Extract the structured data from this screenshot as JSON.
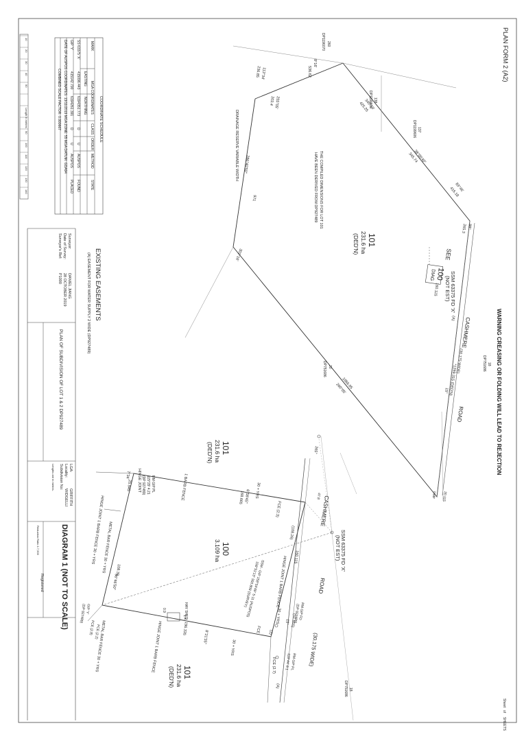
{
  "header": {
    "form_title": "PLAN FORM 2 (A2)",
    "warning": "WARNING CREASING OR FOLDING WILL LEAD TO REJECTION",
    "sheet_label": "Sheet",
    "sheet_of": "of",
    "sheet_total": "SHEETS"
  },
  "coord_schedule": {
    "title": "COORDINATE SCHEDULE",
    "headers": [
      "MARK",
      "MGA COORDINATES",
      "CLASS",
      "ORDER",
      "METHOD",
      "STATE"
    ],
    "subheaders": [
      "EASTING",
      "NORTHING"
    ],
    "rows": [
      [
        "SS 63375 'X'",
        "415096.443",
        "6194351.773",
        "D",
        "U",
        "AUSPOS",
        "FOUND"
      ],
      [
        "GIP 'Y'",
        "415142.790",
        "6194261.391",
        "D",
        "U",
        "AUSPOS",
        "PLACED"
      ]
    ],
    "date_line": "DATE OF AUSPOS COORDINATES: 13/11/2019   MGA ZONE: 55   MGA DATUM: GDA94",
    "csf_line": "COMBINED SCALE FACTOR: 0.999667"
  },
  "scale_bar": {
    "ticks": [
      "10",
      "20",
      "30",
      "40",
      "50",
      "",
      "Length in metres",
      "",
      "90",
      "100",
      "110",
      "120",
      "130",
      "140"
    ]
  },
  "title_block": {
    "surveyor_labels": [
      "Surveyor:",
      "Date of Survey:",
      "Surveyor's Ref:"
    ],
    "surveyor_values": [
      "DANIEL JIANG",
      "28 OCTOBER 2019",
      "P1000"
    ],
    "plan_title": "PLAN OF SUBDIVISION OF LOT 1 & 2 DP927489",
    "lga_label": "LGA:",
    "lga_value": "GRIFFITH",
    "locality_label": "Locality:",
    "locality_value": "WIDGELLI",
    "subdivision_label": "Subdivision No:",
    "lengths_note": "Lengths are in metres.",
    "reduction_ratio": "Reduction Ratio 1:7,500",
    "registered": "Registered"
  },
  "easements": {
    "title": "EXISTING EASEMENTS",
    "item": "(A)  EASEMENT FOR WATER SUPPLY 2 WIDE (DP927489)"
  },
  "main_plan": {
    "lot_101_no": "101",
    "lot_101_area": "231.6 ha",
    "lot_101_dedn": "(DED'N)",
    "lot_100_no": "100",
    "lot_100_diag": "DIAG",
    "see": "SEE",
    "compiled_note_1": "THE COMPILED DIMENSIONS FOR LOT 101",
    "compiled_note_2": "HAVE BEEN DERIVED FROM DP927489",
    "drainage": "DRAINAGE RESERVE VARIABLE WIDTH",
    "dp_260": "260",
    "dp_260_ref": "DP1196070",
    "dp_138": "138",
    "dp_138_ref": "DP1199606",
    "dp_137": "137",
    "dp_137_ref": "DP1199606",
    "dp_18": "18",
    "dp_18_ref": "DP751686",
    "dp_20": "20",
    "dp_20_ref": "DP751686",
    "b1": "8°16'",
    "d1": "536.62",
    "b2": "340°10'",
    "d2": "425.25",
    "b3": "38°00'40\"",
    "d3": "345.74",
    "b4": "83°46'",
    "d4": "416.18",
    "b5": "98°",
    "d5": "265.3",
    "b6": "260°05'",
    "d6": "1056.05",
    "b7": "286°40'50\"",
    "d7": "971",
    "b8": "301°16'",
    "b9": "255°05'",
    "d9": "203.4",
    "b10": "113°34'",
    "d10": "236.85",
    "ssm": "SSM 63375 FD 'X'",
    "ssm_sub": "(NOT EST)",
    "d_ssm": "160.115",
    "cashmere": "CASHMERE",
    "road": "ROAD",
    "width": "(30.175 WIDE)",
    "road_len": "*1299.315 (DED'N)",
    "ea": "(A)",
    "fifteen": "15°",
    "nmf": "NMF",
    "nmf_d": "20.115"
  },
  "diagram": {
    "title": "DIAGRAM 1 (NOT TO SCALE)",
    "lot_101_no": "101",
    "lot_101_area": "231.6 ha",
    "lot_101_dedn": "(DED'N)",
    "lot_100_no": "100",
    "lot_100_area": "3.109 ha",
    "ssm": "SSM 63375 FD 'X'",
    "ssm_sub": "(NOT EST)",
    "cashmere": "CASHMERE",
    "road": "ROAD",
    "width": "(30.175 WIDE)",
    "dp_18": "18",
    "dp_18_ref": "DP751686",
    "top_fence": "1 BARB FENCE",
    "top_yrs": "30 + YRS",
    "top_brg": "6°58'45\"",
    "top_dist": "168.665",
    "hinge_tl": "HINGE JOINT",
    "b_734": "7°34'",
    "fce_23": "FCE (2.3)",
    "d_25": "25.945",
    "hinge_left": "HINGE JOINT 1 BARB FENCE 30 + YRS",
    "metal_fence": "METAL BAR FENCE 30 + YRS",
    "d_10839": "108.39",
    "b_96": "96°46'50\"",
    "right_dist": "160.115",
    "right_bd": "(108.26)",
    "hinge_right": "HINGE JOINT 1 BARB FENCE",
    "hinge_yrs": "30 + YRS",
    "ssm_trv": "SSM - GIP 158°54'49\" 5-11 (AUSPOS)",
    "ssm_trv2": "158°51'13\" 550.808 (SURVEY)",
    "bottom_dist": "196.335",
    "bottom_brg": "8°21'35\"",
    "hinge_bottom": "HINGE JOINT 1 BARB FENCE",
    "bottom_yrs": "30 + YRS",
    "hay_shed": "HAY SHED",
    "hs_d1": "0.9",
    "hs_d2": "1.4",
    "fce_bottom": "FCE",
    "fce_27": "FCE (2.7)",
    "fce_2": "(2)",
    "bl_fence": "METAL BAR FENCE 30 + YRS",
    "fce_22": "FCE (2.2)",
    "fce_28": "FCE (2.8)",
    "b_265": "265°",
    "d_5185": "(51.855)",
    "gip_top": "RM GIP FD",
    "gip_top2": "(DP 927489)",
    "gip_bot": "RM GIP PL",
    "gip_bot2": "118°44' 8.1",
    "ea": "(A)",
    "fifteen": "15°",
    "pp_top": "RM GIP PL",
    "pp_top2": "115°29' 4.21",
    "pp_top3": "(DP 927489)",
    "bl_mark": "GIP 'Y'",
    "bl_mark2": "(DP 927489)",
    "d_47": "47.8"
  }
}
